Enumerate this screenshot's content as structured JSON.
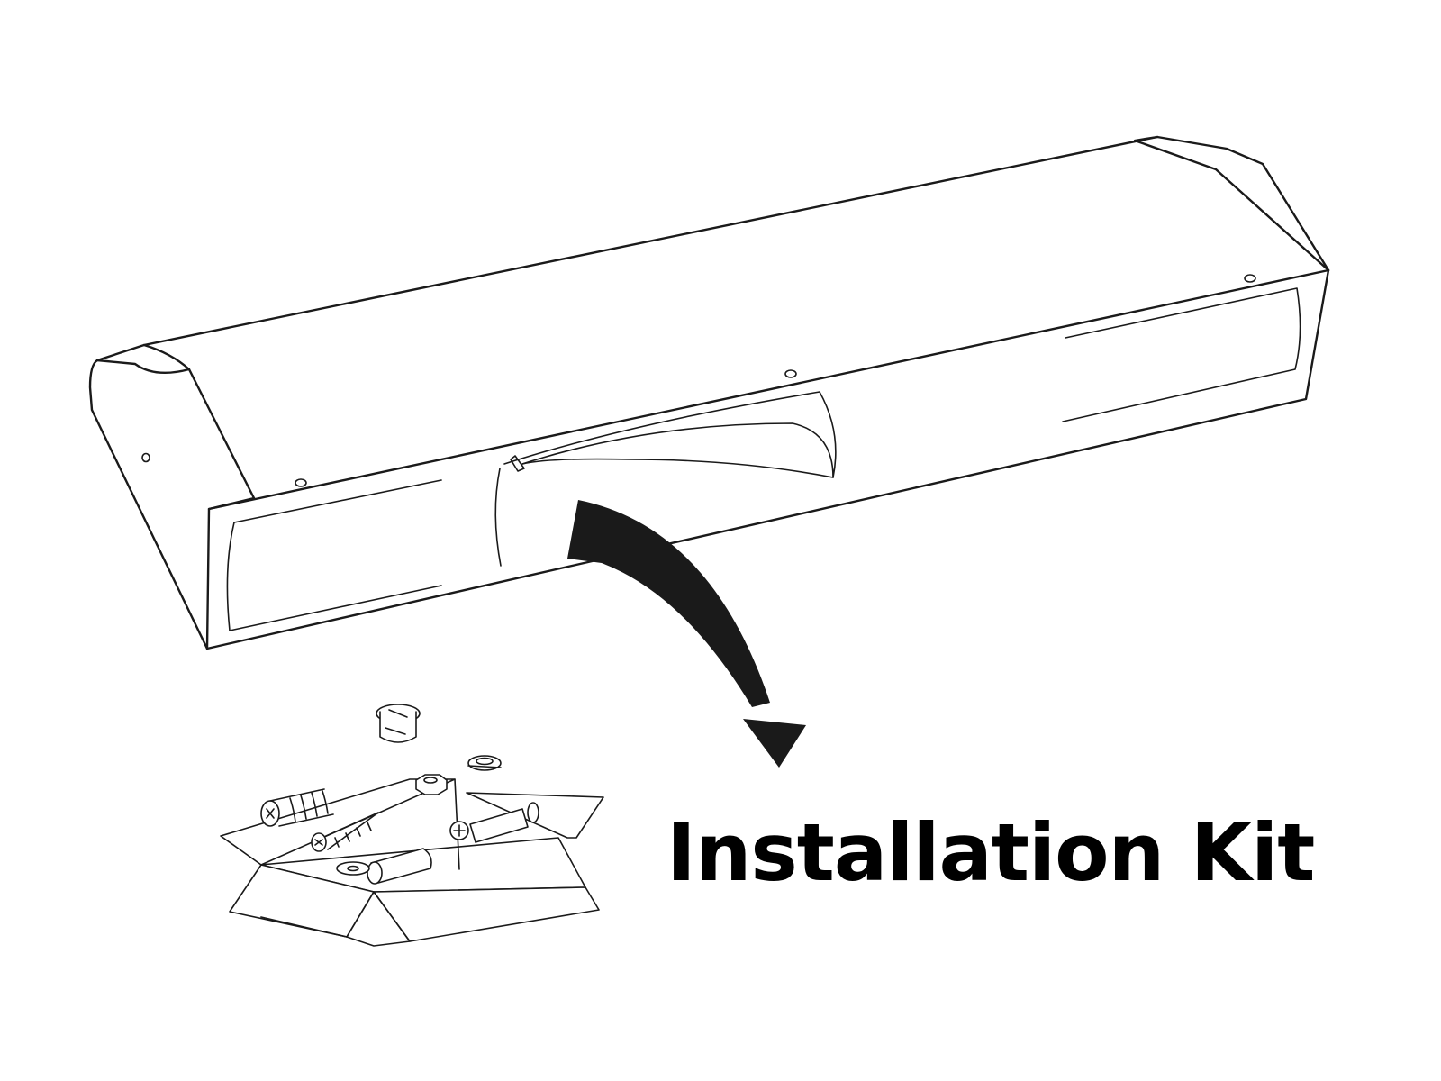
{
  "caption": "Installation Kit",
  "colors": {
    "line": "#1a1a1a",
    "arrow": "#1a1a1a",
    "background": "#ffffff",
    "text": "#000000"
  },
  "icons": [
    "cabinet-unit",
    "opened-cabinet-flap",
    "curved-arrow-down",
    "open-cardboard-box",
    "cam-lock-fitting",
    "hex-nut",
    "spring-washer",
    "connector-bolt",
    "wood-screw",
    "dowel-pin",
    "flat-washer",
    "wall-plug"
  ]
}
